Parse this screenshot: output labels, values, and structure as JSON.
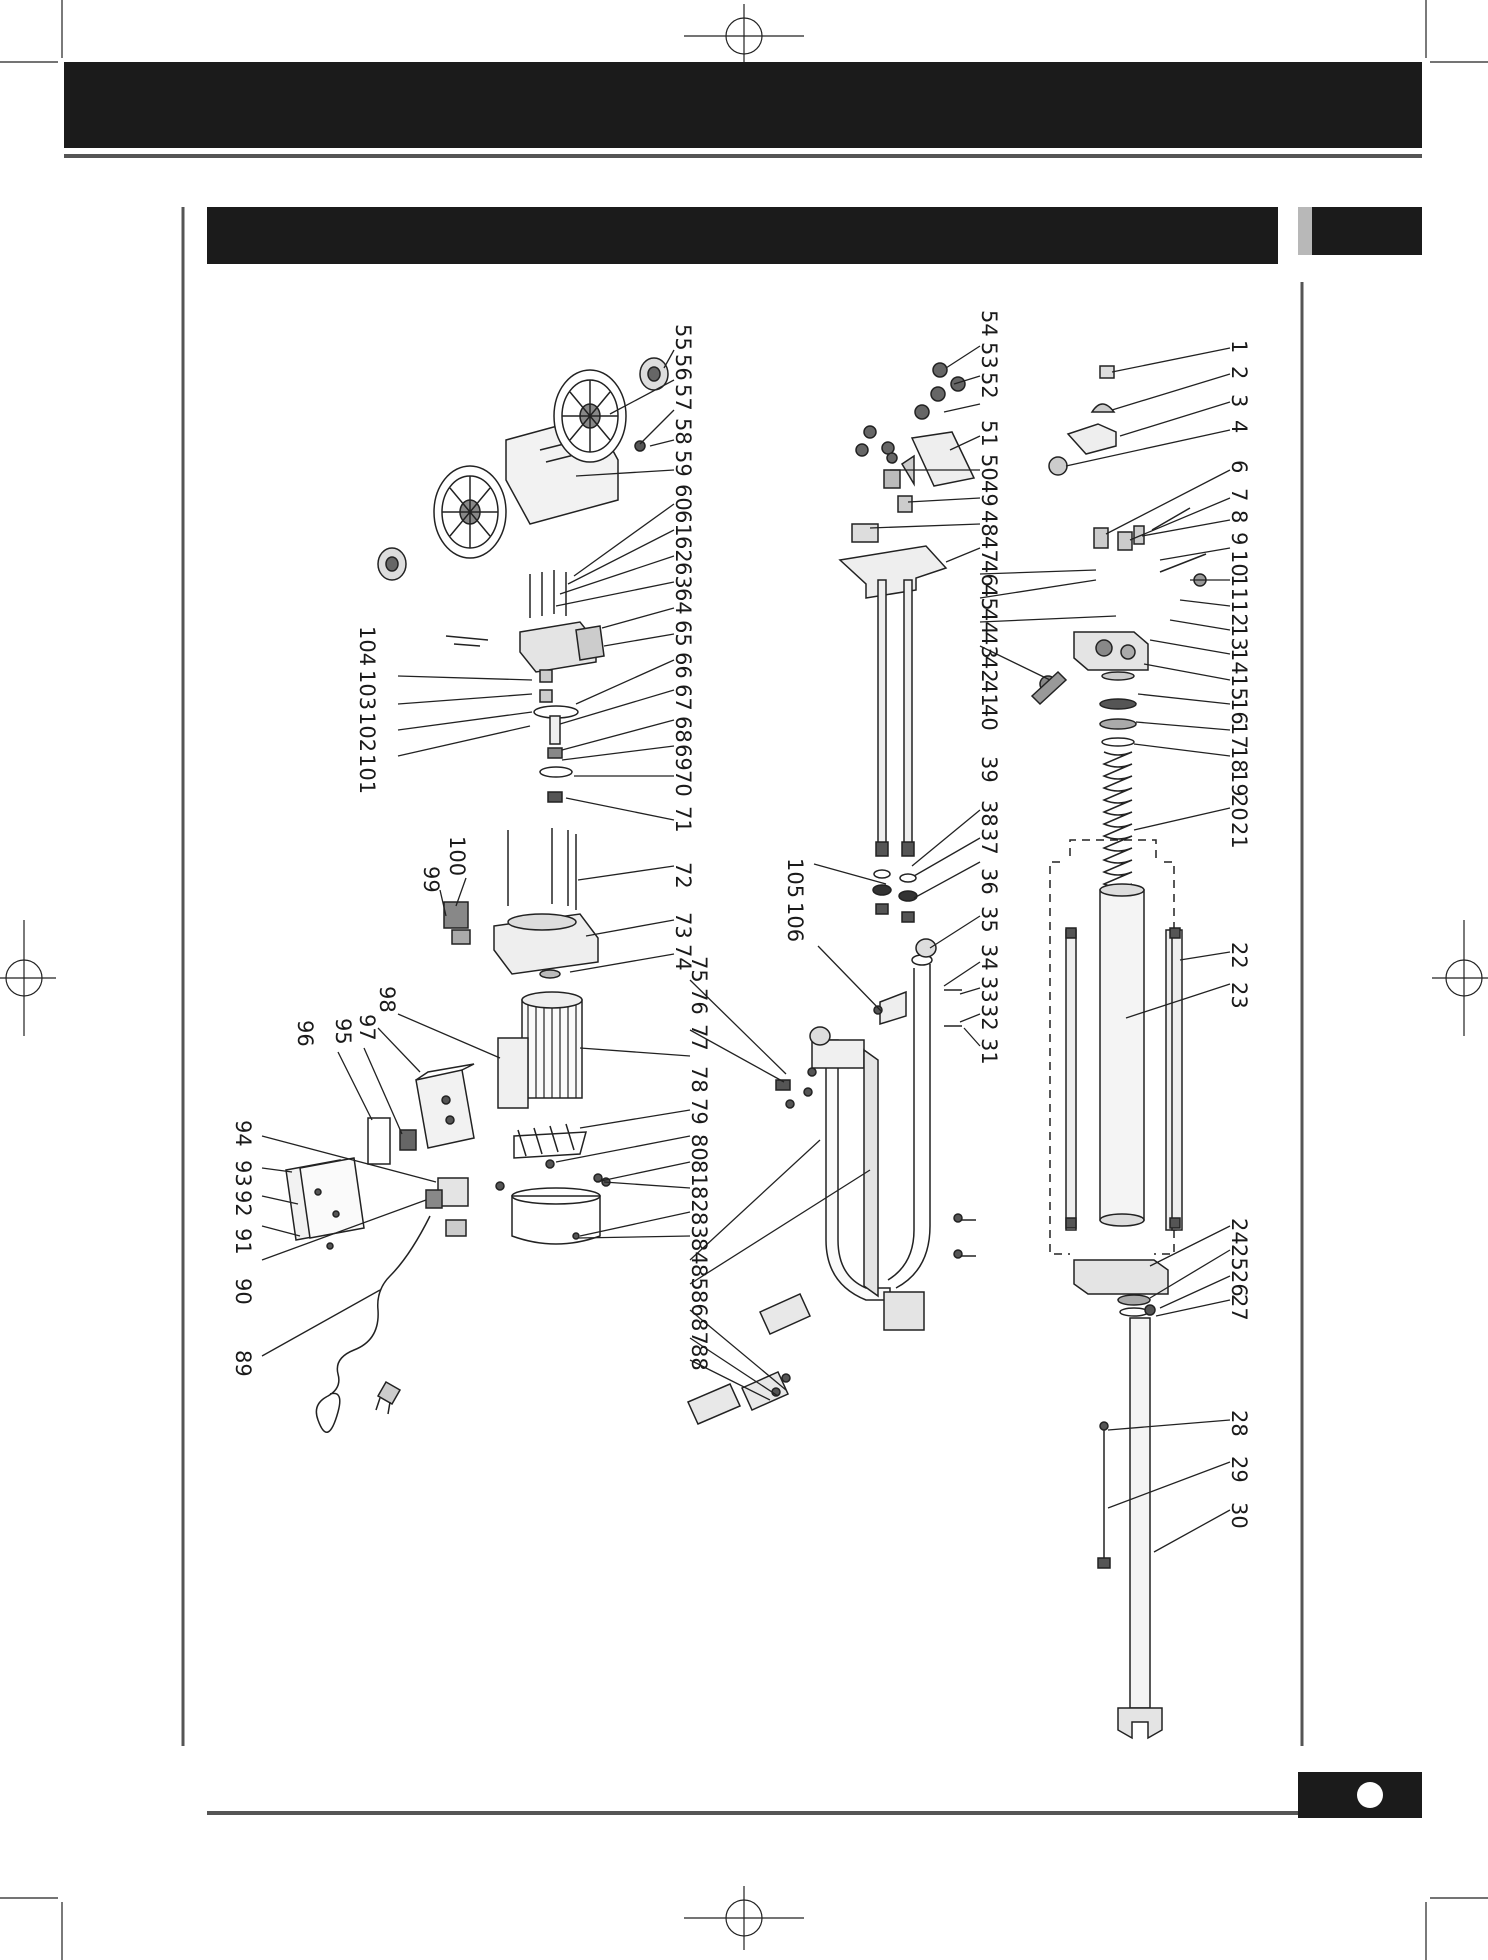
{
  "page": {
    "header_band_text": "",
    "section_title_text": "",
    "side_tab_text": ""
  },
  "callouts": {
    "right_column": [
      "1",
      "2",
      "3",
      "4",
      "6",
      "7",
      "8",
      "9",
      "10",
      "11",
      "12",
      "13",
      "14",
      "15",
      "16",
      "17",
      "18",
      "19",
      "20",
      "21",
      "22",
      "23",
      "24",
      "25",
      "26",
      "27",
      "28",
      "29",
      "30"
    ],
    "middle_column": [
      "54",
      "53",
      "52",
      "51",
      "50",
      "49",
      "48",
      "47",
      "46",
      "45",
      "44",
      "43",
      "42",
      "41",
      "40",
      "39",
      "38",
      "37",
      "36",
      "35",
      "34",
      "33",
      "32",
      "31",
      "105",
      "106",
      "75",
      "76",
      "77",
      "78",
      "79",
      "80",
      "81",
      "82",
      "83",
      "84",
      "85",
      "86",
      "87",
      "88"
    ],
    "left_column": [
      "55",
      "56",
      "57",
      "58",
      "59",
      "60",
      "61",
      "62",
      "63",
      "64",
      "65",
      "66",
      "67",
      "68",
      "69",
      "70",
      "71",
      "72",
      "73",
      "74",
      "104",
      "103",
      "102",
      "101",
      "100",
      "99",
      "98",
      "97",
      "96",
      "95",
      "94",
      "93",
      "92",
      "91",
      "90",
      "89"
    ]
  },
  "colors": {
    "band": "#1b1b1b",
    "rule": "#555555",
    "line": "#222222",
    "tab_grey": "#b8b8b8"
  }
}
